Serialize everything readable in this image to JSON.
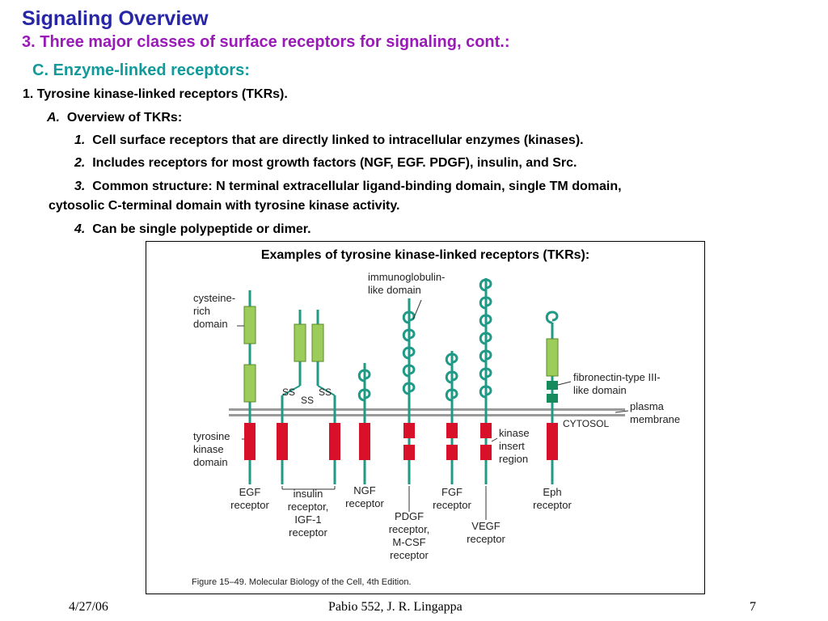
{
  "slide": {
    "title": "Signaling Overview",
    "subtitle": "3.  Three major classes of  surface receptors for signaling, cont.:",
    "section": "C.  Enzyme-linked receptors:"
  },
  "outline": {
    "item1": "1.  Tyrosine kinase-linked receptors (TKRs).",
    "itemA_num": "A.",
    "itemA": "Overview of TKRs:",
    "p1_num": "1.",
    "p1": "Cell surface receptors that are directly linked to intracellular enzymes (kinases).",
    "p2_num": "2.",
    "p2": "Includes receptors for most growth factors (NGF, EGF. PDGF), insulin, and Src.",
    "p3_num": "3.",
    "p3_line1": "Common structure:  N terminal extracellular ligand-binding domain, single TM domain,",
    "p3_line2": "cytosolic C-terminal domain with tyrosine kinase activity.",
    "p4_num": "4.",
    "p4": "Can be single polypeptide or dimer."
  },
  "figure": {
    "caption": "Examples of tyrosine kinase-linked receptors (TKRs):",
    "labels": {
      "cysteine": [
        "cysteine-",
        "rich",
        "domain"
      ],
      "immuno": [
        "immunoglobulin-",
        "like domain"
      ],
      "fibronectin": [
        "fibronectin-type III-",
        "like domain"
      ],
      "plasma": [
        "plasma",
        "membrane"
      ],
      "cytosol": "CYTOSOL",
      "tyrosine": [
        "tyrosine",
        "kinase",
        "domain"
      ],
      "kinase_insert": [
        "kinase",
        "insert",
        "region"
      ],
      "ss1": "SS",
      "ss2": "SS",
      "ss3": "SS"
    },
    "receptors": {
      "egf": [
        "EGF",
        "receptor"
      ],
      "insulin": [
        "insulin",
        "receptor,",
        "IGF-1",
        "receptor"
      ],
      "ngf": [
        "NGF",
        "receptor"
      ],
      "pdgf": [
        "PDGF",
        "receptor,",
        "M-CSF",
        "receptor"
      ],
      "fgf": [
        "FGF",
        "receptor"
      ],
      "vegf": [
        "VEGF",
        "receptor"
      ],
      "eph": [
        "Eph",
        "receptor"
      ]
    },
    "source": "Figure 15–49. Molecular Biology of the Cell, 4th Edition."
  },
  "colors": {
    "title": "#2626a6",
    "subtitle": "#9a1ab8",
    "section": "#129a9a",
    "stem": "#1f9a86",
    "cysteine_box": "#9ccc5a",
    "kinase_box": "#d8102a",
    "fibronectin_box": "#158a5c",
    "membrane": "#9a9a9a"
  },
  "footer": {
    "date": "4/27/06",
    "center": "Pabio 552,  J. R. Lingappa",
    "page": "7"
  }
}
